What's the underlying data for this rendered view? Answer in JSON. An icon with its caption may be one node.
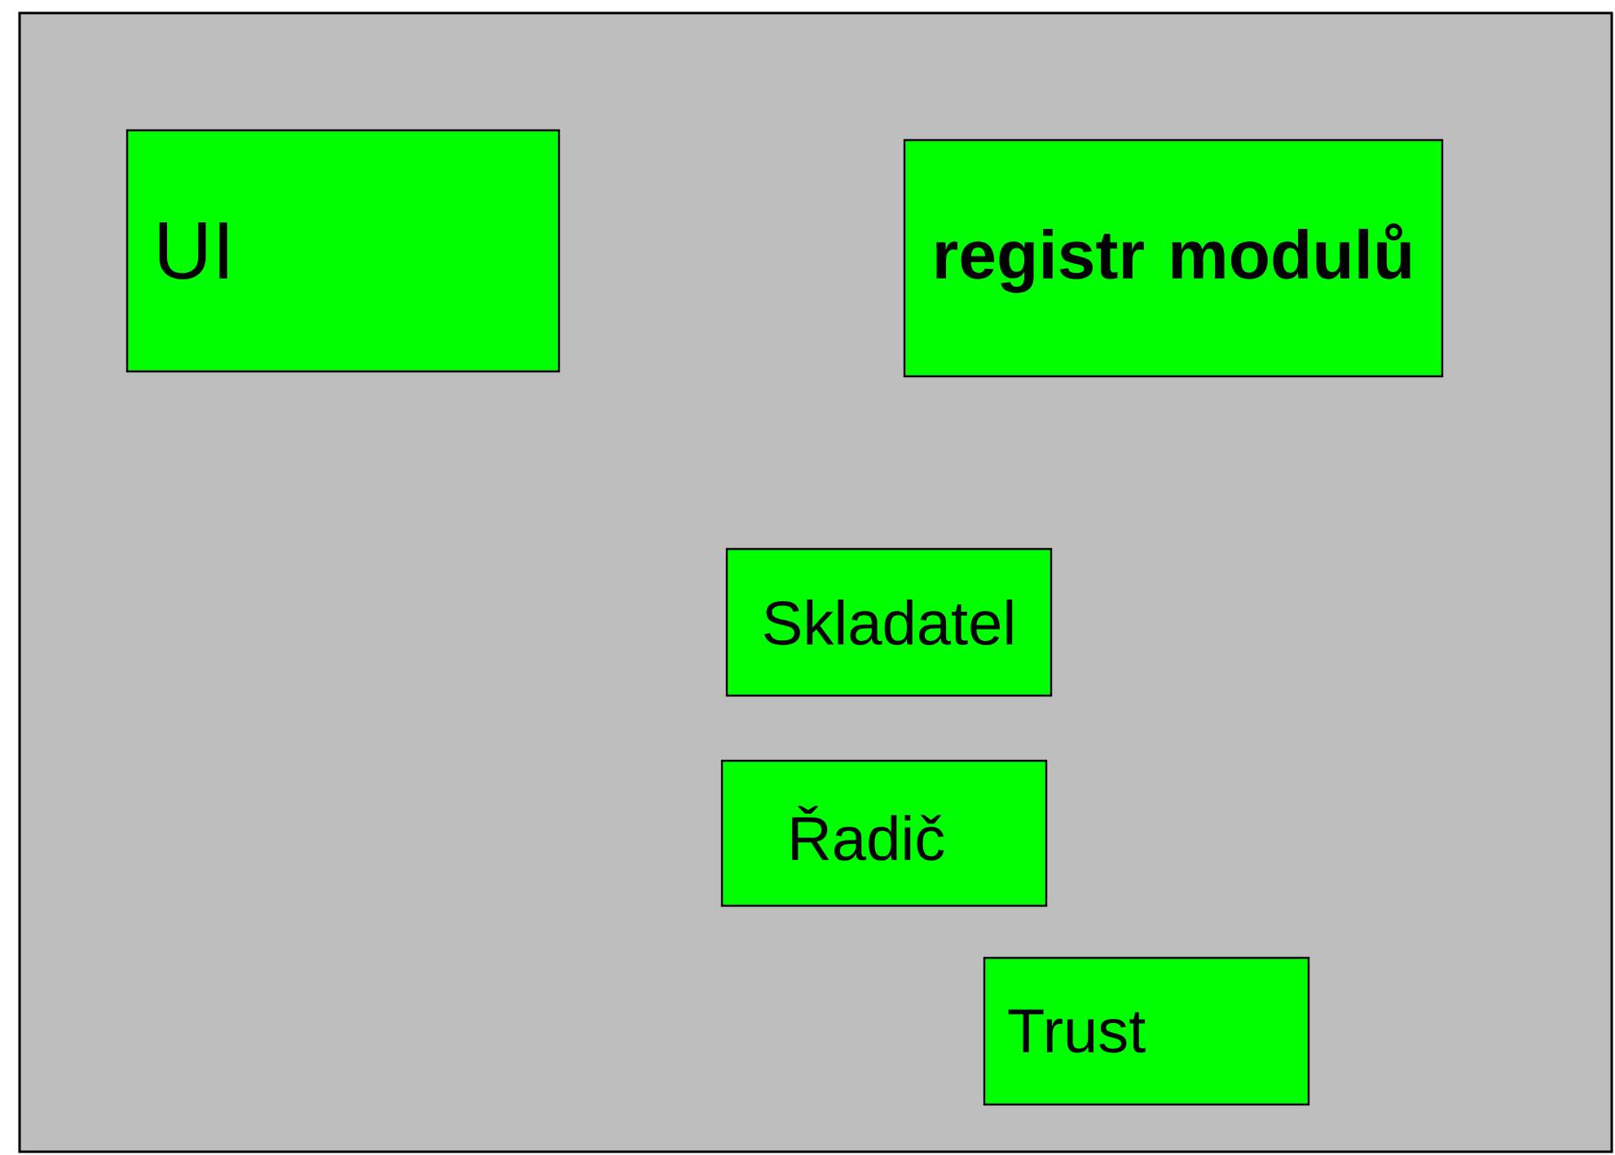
{
  "diagram": {
    "nodes": [
      {
        "text": [
          "UI"
        ]
      },
      {
        "text": [
          "registr modulů"
        ]
      },
      {
        "text": [
          "Skladatel"
        ]
      },
      {
        "text": [
          "Řadič"
        ]
      },
      {
        "text": [
          "Trust"
        ]
      }
    ]
  }
}
